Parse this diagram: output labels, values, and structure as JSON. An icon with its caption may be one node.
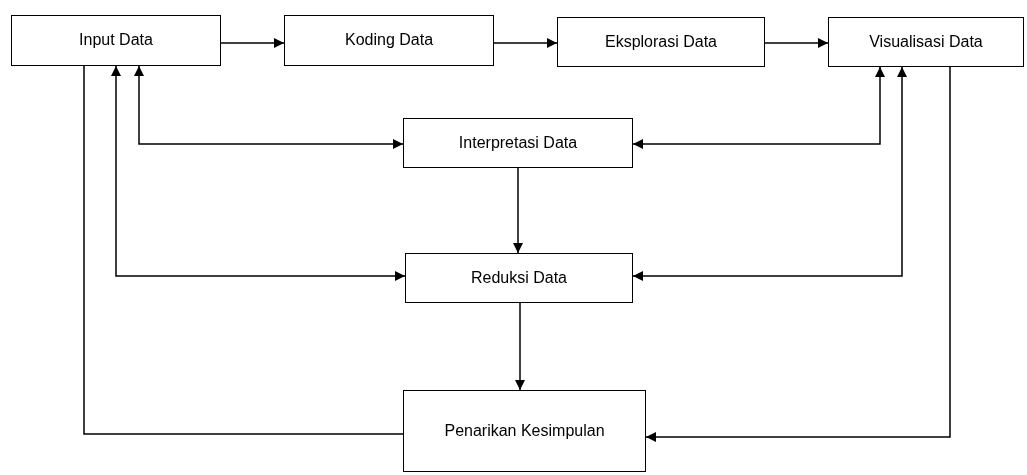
{
  "diagram": {
    "nodes": [
      {
        "text": [
          "Input Data"
        ]
      },
      {
        "text": [
          "Koding Data"
        ]
      },
      {
        "text": [
          "Eksplorasi Data"
        ]
      },
      {
        "text": [
          "Visualisasi Data"
        ]
      },
      {
        "text": [
          "Interpretasi Data"
        ]
      },
      {
        "text": [
          "Reduksi Data"
        ]
      },
      {
        "text": [
          "Penarikan Kesimpulan"
        ]
      }
    ],
    "edges": [
      {
        "from": 0,
        "to": 1,
        "arrow": "to"
      },
      {
        "from": 1,
        "to": 2,
        "arrow": "to"
      },
      {
        "from": 2,
        "to": 3,
        "arrow": "to"
      },
      {
        "from": 0,
        "to": 4,
        "arrow": "both"
      },
      {
        "from": 0,
        "to": 5,
        "arrow": "both"
      },
      {
        "from": 3,
        "to": 4,
        "arrow": "both"
      },
      {
        "from": 3,
        "to": 5,
        "arrow": "both"
      },
      {
        "from": 4,
        "to": 5,
        "arrow": "to"
      },
      {
        "from": 5,
        "to": 6,
        "arrow": "to"
      },
      {
        "from": 0,
        "to": 6,
        "arrow": "none"
      },
      {
        "from": 3,
        "to": 6,
        "arrow": "to"
      }
    ]
  }
}
